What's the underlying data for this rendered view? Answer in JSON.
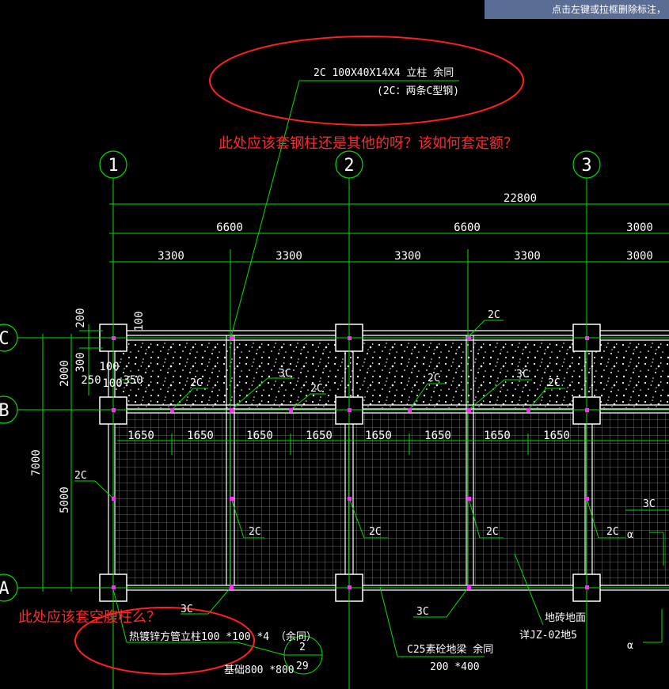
{
  "status_hint": "点击左键或拉框删除标注，",
  "annotations": {
    "top_question": "此处应该套钢柱还是其他的呀？该如何套定额？",
    "bottom_question": "此处应该套空腹柱么？"
  },
  "axes": {
    "col_1": "1",
    "col_2": "2",
    "col_3": "3",
    "row_c": "C",
    "row_b": "B",
    "row_a": "A"
  },
  "dims": {
    "total": "22800",
    "span_1": "6600",
    "span_2": "6600",
    "span_3": "3000",
    "bay_1": "3300",
    "bay_2": "3300",
    "bay_3": "3300",
    "bay_4": "3300",
    "bay_5": "3000",
    "sub": [
      "1650",
      "1650",
      "1650",
      "1650",
      "1650",
      "1650",
      "1650",
      "1650"
    ],
    "v_total": "7000",
    "v_upper": "2000",
    "v_lower": "5000",
    "d200": "200",
    "d100a": "100",
    "d300": "300",
    "d100b": "100",
    "d250": "250",
    "d100c": "100",
    "d350": "350"
  },
  "labels": {
    "col_note_1": "2C 100X40X14X4 立柱 余同",
    "col_note_2": "(2C：两条C型钢)",
    "l2c": "2C",
    "l3c": "3C",
    "tube_note": "热镀锌方管立柱100 *100 *4 （余同）",
    "base_note": "基础800 *800",
    "beam_note": "C25素砼地梁 余同",
    "beam_size": "200 *400",
    "floor_note_1": "地砖地面",
    "floor_note_2": "详JZ-02地5",
    "detail_top": "2",
    "detail_bottom": "29",
    "alpha": "α"
  }
}
